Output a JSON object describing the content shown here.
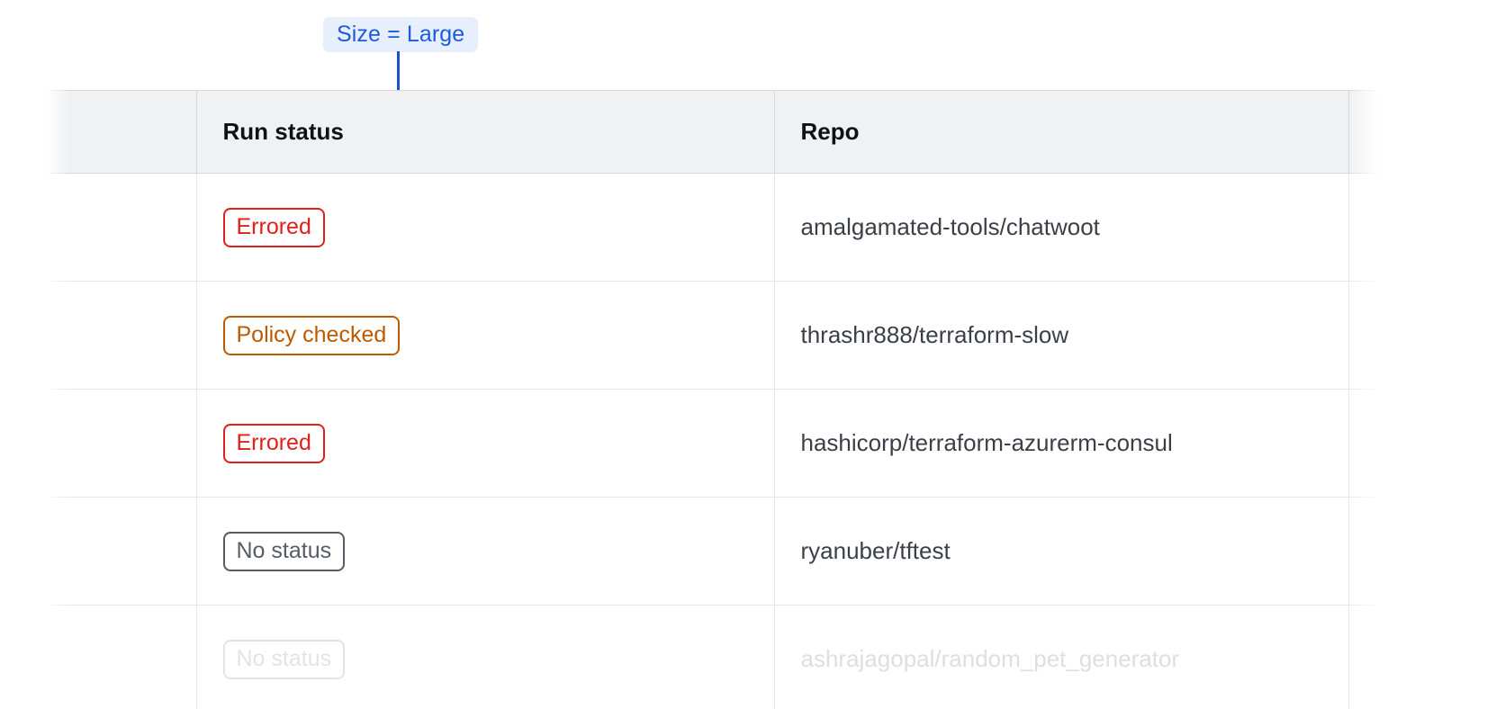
{
  "annotation": {
    "label": "Size = Large",
    "accent_color": "#1a4fd0",
    "badge_background": "#e7eefc",
    "badge_text_color": "#1c5bd9"
  },
  "table": {
    "columns": [
      {
        "key": "lead",
        "label": ""
      },
      {
        "key": "status",
        "label": "Run status"
      },
      {
        "key": "repo",
        "label": "Repo"
      },
      {
        "key": "tail",
        "label": ""
      }
    ],
    "header_background": "#f0f1f3",
    "rows": [
      {
        "status": "Errored",
        "status_variant": "errored",
        "status_color": "#e0201b",
        "repo": "amalgamated-tools/chatwoot",
        "faded": false
      },
      {
        "status": "Policy checked",
        "status_variant": "policy-checked",
        "status_color": "#bc5a00",
        "repo": "thrashr888/terraform-slow",
        "faded": false
      },
      {
        "status": "Errored",
        "status_variant": "errored",
        "status_color": "#e0201b",
        "repo": "hashicorp/terraform-azurerm-consul",
        "faded": false
      },
      {
        "status": "No status",
        "status_variant": "no-status",
        "status_color": "#565b66",
        "repo": "ryanuber/tftest",
        "faded": false
      },
      {
        "status": "No status",
        "status_variant": "no-status",
        "status_color": "#565b66",
        "repo": "ashrajagopal/random_pet_generator",
        "faded": true
      }
    ]
  }
}
